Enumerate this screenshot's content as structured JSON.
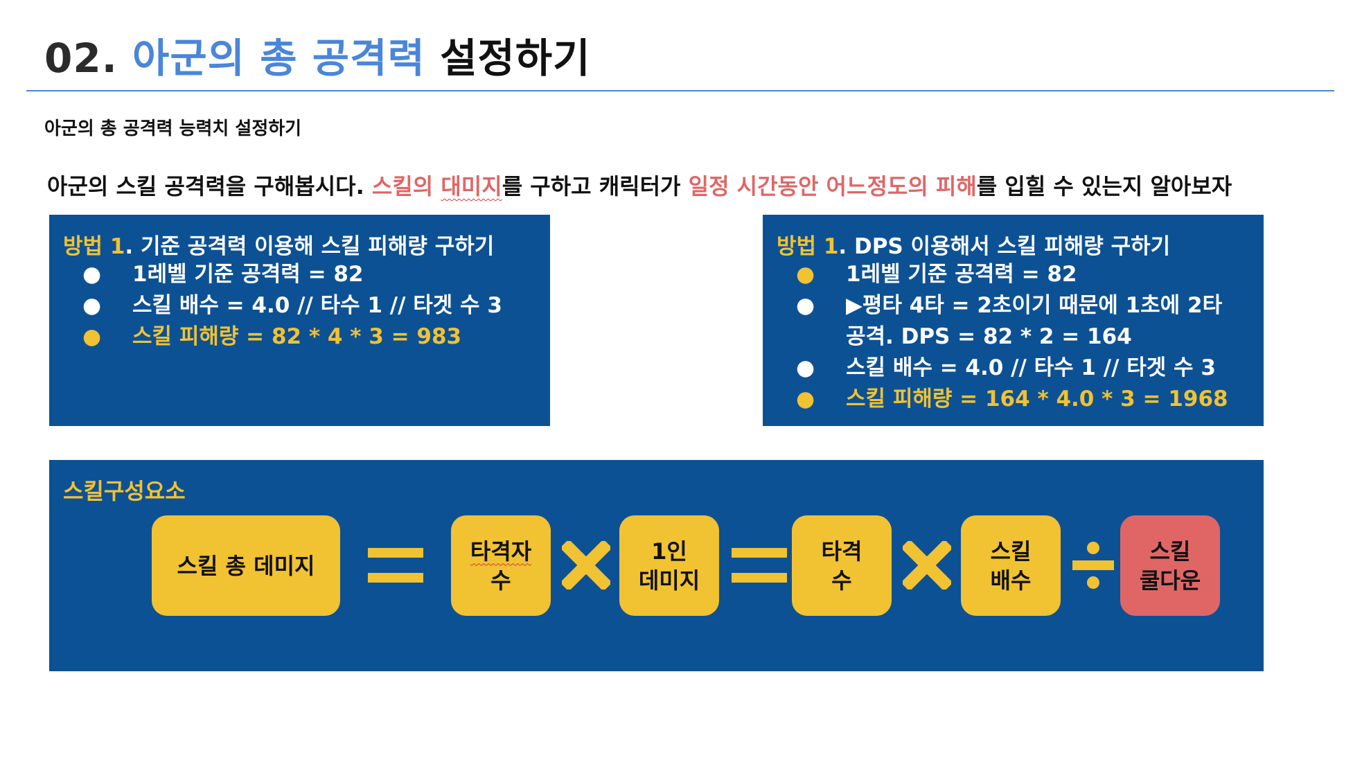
{
  "header": {
    "title_num": "02.",
    "title_highlight": "아군의 총 공격력",
    "title_rest": "설정하기",
    "subtitle": "아군의 총 공격력 능력치 설정하기"
  },
  "intro": {
    "part1": "아군의 스킬 공격력을 구해봅시다. ",
    "part2a": "스킬의 ",
    "part2b": "대미지",
    "part3": "를 구하고 캐릭터가 ",
    "part4": "일정 시간동안 어느정도의 피해",
    "part5": "를 입힐 수 있는지 알아보자"
  },
  "method1": {
    "title_prefix": "방법 1",
    "title_rest": ". 기준 공격력 이용해 스킬 피해량 구하기",
    "bullet": "●",
    "items": [
      "1레벨 기준 공격력 = 82",
      "스킬 배수 = 4.0 // 타수 1 // 타겟 수 3",
      "스킬 피해량 = 82 * 4 * 3 = 983"
    ]
  },
  "method2": {
    "title_prefix": "방법 1",
    "title_rest": ". DPS 이용해서 스킬 피해량 구하기",
    "bullet": "●",
    "items": [
      "1레벨 기준 공격력 = 82",
      "▶평타 4타 = 2초이기 때문에 1초에 2타 공격. DPS = 82 * 2 = 164",
      "스킬 배수 = 4.0 // 타수 1 // 타겟 수 3",
      "스킬 피해량 = 164 * 4.0 * 3 = 1968"
    ]
  },
  "components": {
    "title": "스킬구성요소",
    "total_damage": "스킬 총 데미지",
    "targets_l1": "타격자",
    "targets_l2": "수",
    "per_l1": "1인",
    "per_l2": "데미지",
    "hits_l1": "타격",
    "hits_l2": "수",
    "mult_l1": "스킬",
    "mult_l2": "배수",
    "cd_l1": "스킬",
    "cd_l2": "쿨다운"
  },
  "colors": {
    "accent_blue": "#4a86d9",
    "panel_blue": "#0d5195",
    "yellow": "#f1c232",
    "red": "#e06666"
  }
}
